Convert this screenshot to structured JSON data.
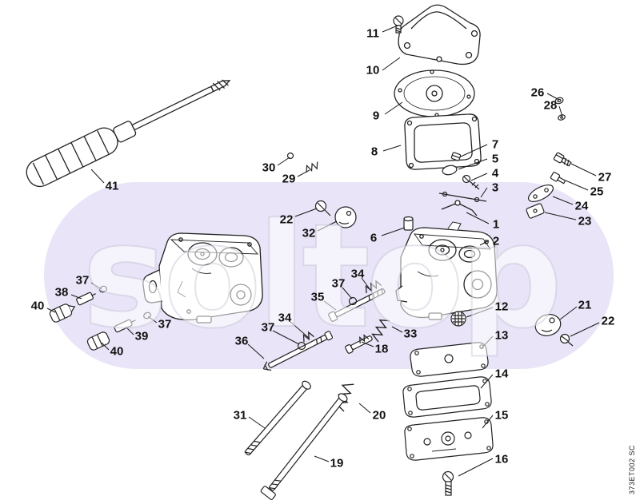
{
  "diagram": {
    "watermark": "soltop",
    "doc_code": "373ET002 SC",
    "colors": {
      "blob": "#e9e4f7",
      "line": "#1a1a1a"
    },
    "labels": [
      "11",
      "10",
      "9",
      "8",
      "7",
      "5",
      "4",
      "3",
      "26",
      "28",
      "27",
      "25",
      "24",
      "23",
      "30",
      "29",
      "22",
      "32",
      "6",
      "1",
      "2",
      "37",
      "38",
      "40",
      "37",
      "39",
      "40",
      "34",
      "37",
      "35",
      "34",
      "37",
      "36",
      "33",
      "18",
      "12",
      "13",
      "21",
      "22",
      "14",
      "15",
      "16",
      "20",
      "31",
      "19",
      "41"
    ]
  }
}
